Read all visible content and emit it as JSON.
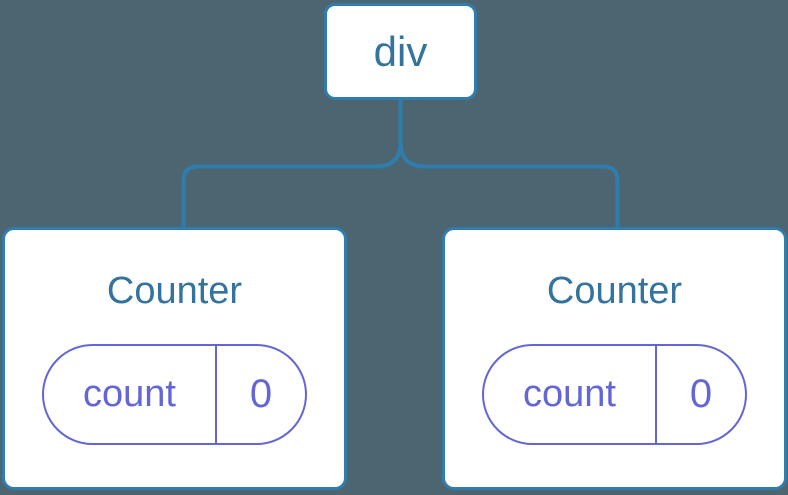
{
  "diagram": {
    "root": {
      "label": "div"
    },
    "children": [
      {
        "label": "Counter",
        "state": {
          "name": "count",
          "value": "0"
        }
      },
      {
        "label": "Counter",
        "state": {
          "name": "count",
          "value": "0"
        }
      }
    ]
  },
  "colors": {
    "background": "#4d6570",
    "node_fill": "#ffffff",
    "connector": "#2e7dac",
    "node_border": "#2e7dac",
    "label_text": "#33739e",
    "state_accent": "#6366d4"
  }
}
